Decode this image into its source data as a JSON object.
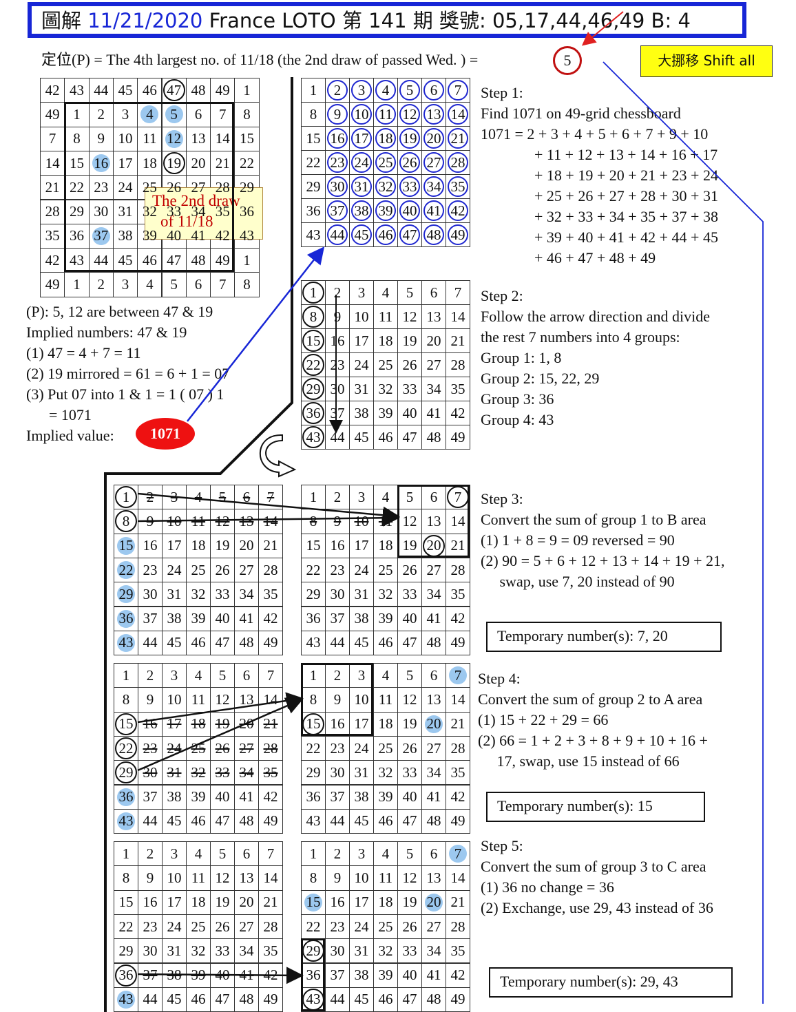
{
  "header": {
    "prefix": "圖解",
    "date": "11/21/2020",
    "suffix": "France LOTO 第 141 期 獎號: 05,17,44,46,49  B: 4"
  },
  "position_line": {
    "text": "定位(P)  = The 4th largest no. of 11/18 (the 2nd draw of passed Wed. ) =",
    "value": "5"
  },
  "shift_note": "大挪移 Shift all",
  "callout": {
    "line1": "The 2nd draw",
    "line2": "of 11/18"
  },
  "left_notes": {
    "lines": [
      "(P): 5, 12 are between 47 & 19",
      "Implied numbers:  47 & 19",
      "(1)  47 = 4 + 7 = 11",
      "(2)  19 mirrored = 61 = 6 + 1 = 07",
      "(3) Put 07 into 1 & 1 = 1 ( 07 ) 1",
      "      = 1071"
    ],
    "implied_label": "Implied value:",
    "implied_value": "1071"
  },
  "steps": {
    "step1": [
      "Step 1:",
      "Find 1071 on 49-grid chessboard",
      "1071 =  2 + 3 + 4 + 5 + 6 + 7 + 9 + 10",
      "+ 11 + 12 + 13 + 14 + 16 + 17",
      "+ 18 + 19 + 20 + 21 + 23 + 24",
      "+ 25 + 26 + 27 + 28 + 30 + 31",
      "+ 32 + 33 + 34 + 35 + 37 + 38",
      "+ 39 + 40 + 41 + 42 + 44 + 45",
      "+ 46 + 47 + 48 + 49"
    ],
    "step2": [
      "Step 2:",
      "Follow the arrow direction and divide",
      "the rest 7 numbers into 4 groups:",
      "Group 1:  1, 8",
      "Group 2:  15, 22, 29",
      "Group 3:  36",
      "Group 4:  43"
    ],
    "step3": [
      "Step 3:",
      "Convert the sum of group 1 to B area",
      "(1) 1 + 8 = 9 = 09 reversed = 90",
      "(2) 90 = 5 + 6 + 12 + 13 + 14 + 19 + 21,",
      "     swap, use 7, 20 instead of 90"
    ],
    "step4": [
      "Step 4:",
      "Convert the sum of group 2 to A area",
      "(1) 15 + 22 + 29 = 66",
      "(2) 66 = 1 + 2 + 3 + 8 + 9 + 10 + 16 +",
      "     17, swap, use 15 instead of 66"
    ],
    "step5": [
      "Step 5:",
      "Convert the sum of group 3 to C area",
      "(1) 36 no change = 36",
      "(2) Exchange, use 29, 43 instead of 36"
    ]
  },
  "temp_boxes": [
    "Temporary number(s):  7, 20",
    "Temporary number(s):  15",
    "Temporary number(s):  29, 43"
  ],
  "grids": {
    "shifted": [
      [
        42,
        43,
        44,
        45,
        46,
        47,
        48,
        49,
        1
      ],
      [
        49,
        1,
        2,
        3,
        4,
        5,
        6,
        7,
        8
      ],
      [
        7,
        8,
        9,
        10,
        11,
        12,
        13,
        14,
        15
      ],
      [
        14,
        15,
        16,
        17,
        18,
        19,
        20,
        21,
        22
      ],
      [
        21,
        22,
        23,
        24,
        25,
        26,
        27,
        28,
        29
      ],
      [
        28,
        29,
        30,
        31,
        32,
        33,
        34,
        35,
        36
      ],
      [
        35,
        36,
        37,
        38,
        39,
        40,
        41,
        42,
        43
      ],
      [
        42,
        43,
        44,
        45,
        46,
        47,
        48,
        49,
        1
      ],
      [
        49,
        1,
        2,
        3,
        4,
        5,
        6,
        7,
        8
      ]
    ],
    "shifted_highlights": {
      "blue": [
        "1-4",
        "1-5",
        "2-5",
        "3-2",
        "6-2"
      ],
      "ring": [
        "0-5",
        "3-5"
      ]
    },
    "base": [
      [
        1,
        2,
        3,
        4,
        5,
        6,
        7
      ],
      [
        8,
        9,
        10,
        11,
        12,
        13,
        14
      ],
      [
        15,
        16,
        17,
        18,
        19,
        20,
        21
      ],
      [
        22,
        23,
        24,
        25,
        26,
        27,
        28
      ],
      [
        29,
        30,
        31,
        32,
        33,
        34,
        35
      ],
      [
        36,
        37,
        38,
        39,
        40,
        41,
        42
      ],
      [
        43,
        44,
        45,
        46,
        47,
        48,
        49
      ]
    ]
  },
  "colors": {
    "title_blue": "#1726d6",
    "ring_blue": "#1f27d0",
    "highlight_blue": "#9cc8ef",
    "red": "#ee1111",
    "note_yellow": "#ffff11"
  }
}
